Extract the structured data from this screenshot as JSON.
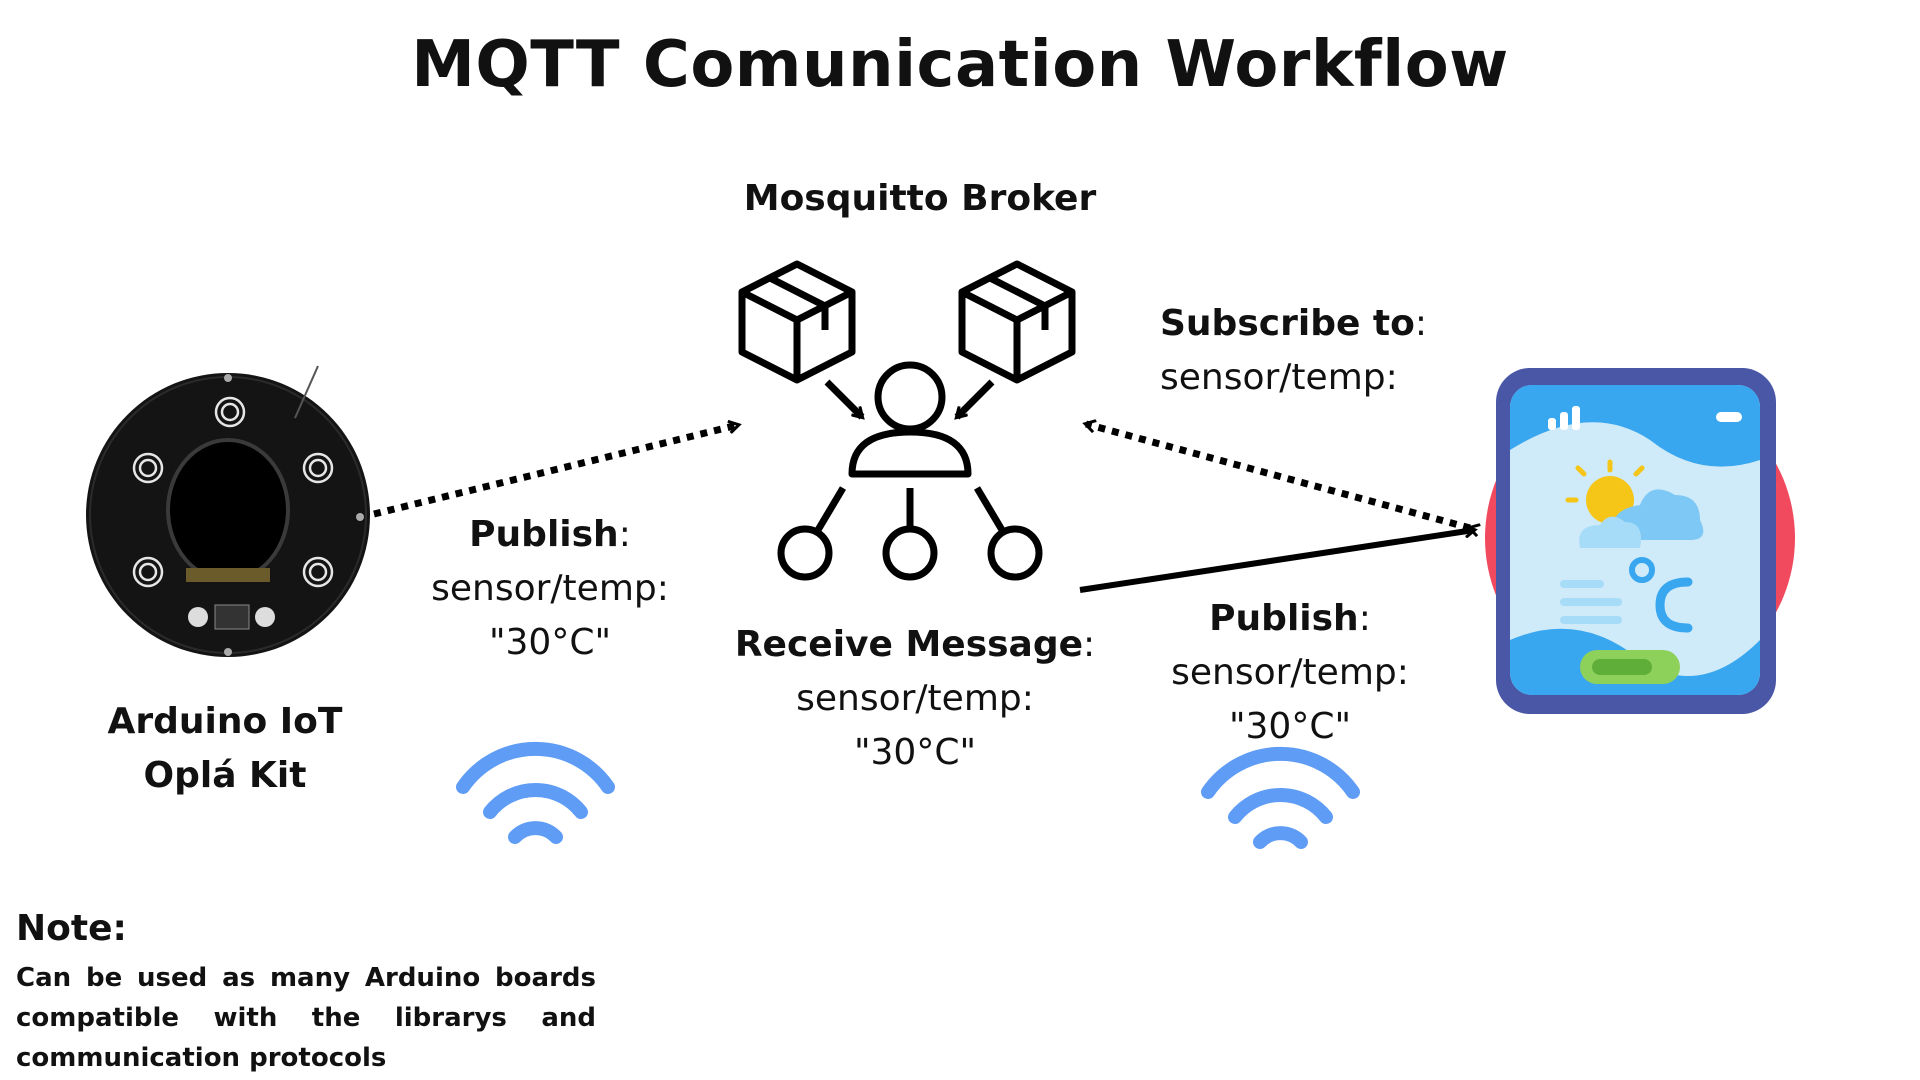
{
  "title": "MQTT Comunication Workflow",
  "broker": {
    "label": "Mosquitto Broker",
    "icon": "broker-people-packages-icon"
  },
  "publisher": {
    "label_line1": "Arduino IoT",
    "label_line2": "Oplá Kit",
    "icon": "arduino-opla-board-icon"
  },
  "subscriber": {
    "icon": "weather-app-tablet-icon"
  },
  "publish_left": {
    "action": "Publish",
    "colon": ":",
    "topic": "sensor/temp:",
    "payload": "\"30°C\""
  },
  "receive": {
    "action": "Receive Message",
    "colon": ":",
    "topic": "sensor/temp:",
    "payload": "\"30°C\""
  },
  "subscribe": {
    "action": "Subscribe to",
    "colon": ":",
    "topic": "sensor/temp:"
  },
  "publish_right": {
    "action": "Publish",
    "colon": ":",
    "topic": "sensor/temp:",
    "payload": "\"30°C\""
  },
  "note": {
    "heading": "Note:",
    "body": "Can be used as many Arduino boards compatible with the librarys and communication protocols"
  },
  "icons": [
    "wifi-icon",
    "wifi-icon"
  ],
  "colors": {
    "wifi": "#5f9cf5",
    "tablet_frame": "#4a56a6",
    "tablet_backdrop": "#f14a5e",
    "screen": "#cfeaf8",
    "sun": "#f5c518"
  }
}
